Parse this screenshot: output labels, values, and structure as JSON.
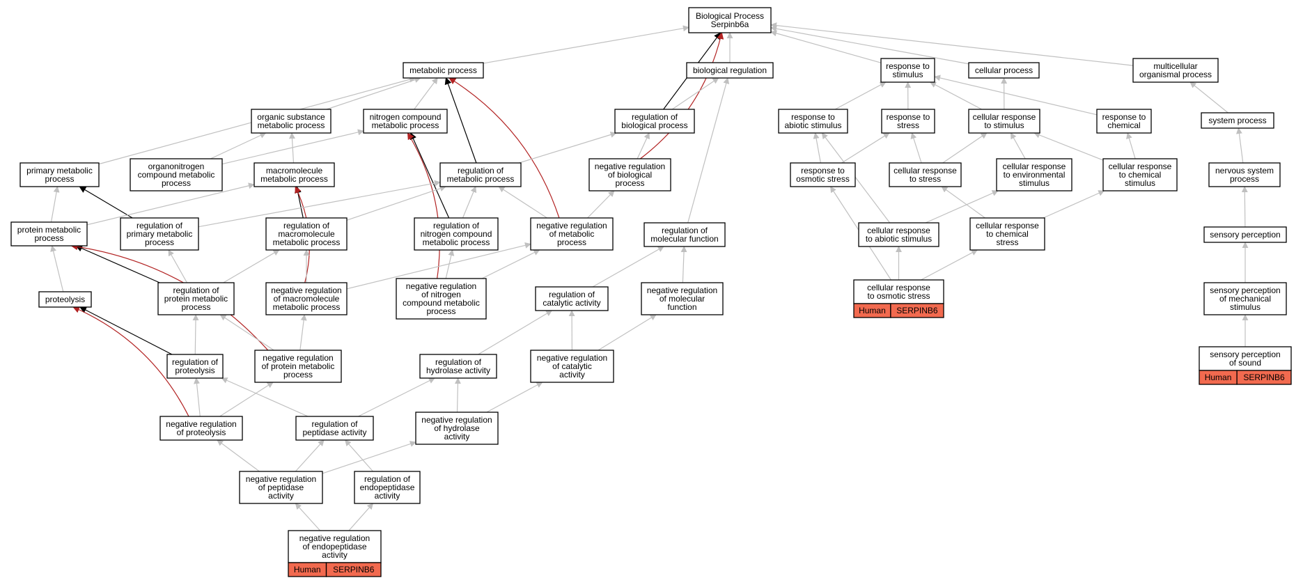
{
  "colors": {
    "edge_default": "#c0c0c0",
    "edge_black": "#000000",
    "edge_red": "#b22222",
    "species_tag_fill": "#f26a4f"
  },
  "nodes": [
    {
      "id": "bp",
      "lines": [
        "Biological Process",
        "Serpinb6a"
      ]
    },
    {
      "id": "metabolic",
      "lines": [
        "metabolic process"
      ]
    },
    {
      "id": "bioreg",
      "lines": [
        "biological regulation"
      ]
    },
    {
      "id": "resp_stim",
      "lines": [
        "response to",
        "stimulus"
      ]
    },
    {
      "id": "cellular",
      "lines": [
        "cellular process"
      ]
    },
    {
      "id": "multicell",
      "lines": [
        "multicellular",
        "organismal process"
      ]
    },
    {
      "id": "org_sub",
      "lines": [
        "organic substance",
        "metabolic process"
      ]
    },
    {
      "id": "nitro",
      "lines": [
        "nitrogen compound",
        "metabolic process"
      ]
    },
    {
      "id": "reg_bio",
      "lines": [
        "regulation of",
        "biological process"
      ]
    },
    {
      "id": "resp_abiotic",
      "lines": [
        "response to",
        "abiotic stimulus"
      ]
    },
    {
      "id": "resp_stress",
      "lines": [
        "response to",
        "stress"
      ]
    },
    {
      "id": "cell_resp_stim",
      "lines": [
        "cellular response",
        "to stimulus"
      ]
    },
    {
      "id": "resp_chem",
      "lines": [
        "response to",
        "chemical"
      ]
    },
    {
      "id": "system",
      "lines": [
        "system process"
      ]
    },
    {
      "id": "primary",
      "lines": [
        "primary metabolic",
        "process"
      ]
    },
    {
      "id": "organonitro",
      "lines": [
        "organonitrogen",
        "compound metabolic",
        "process"
      ]
    },
    {
      "id": "macromol",
      "lines": [
        "macromolecule",
        "metabolic process"
      ]
    },
    {
      "id": "reg_metab",
      "lines": [
        "regulation of",
        "metabolic process"
      ]
    },
    {
      "id": "neg_reg_bio",
      "lines": [
        "negative regulation",
        "of biological",
        "process"
      ]
    },
    {
      "id": "resp_osm",
      "lines": [
        "response to",
        "osmotic stress"
      ]
    },
    {
      "id": "cell_resp_stress",
      "lines": [
        "cellular response",
        "to stress"
      ]
    },
    {
      "id": "cell_resp_env",
      "lines": [
        "cellular response",
        "to environmental",
        "stimulus"
      ]
    },
    {
      "id": "cell_resp_chem",
      "lines": [
        "cellular response",
        "to chemical",
        "stimulus"
      ]
    },
    {
      "id": "nervous",
      "lines": [
        "nervous system",
        "process"
      ]
    },
    {
      "id": "protein_metab",
      "lines": [
        "protein metabolic",
        "process"
      ]
    },
    {
      "id": "reg_primary",
      "lines": [
        "regulation of",
        "primary metabolic",
        "process"
      ]
    },
    {
      "id": "reg_macro",
      "lines": [
        "regulation of",
        "macromolecule",
        "metabolic process"
      ]
    },
    {
      "id": "reg_nitro",
      "lines": [
        "regulation of",
        "nitrogen compound",
        "metabolic process"
      ]
    },
    {
      "id": "neg_reg_metab",
      "lines": [
        "negative regulation",
        "of metabolic",
        "process"
      ]
    },
    {
      "id": "reg_mol",
      "lines": [
        "regulation of",
        "molecular function"
      ]
    },
    {
      "id": "cell_resp_abiotic",
      "lines": [
        "cellular response",
        "to abiotic stimulus"
      ]
    },
    {
      "id": "cell_resp_chem_stress",
      "lines": [
        "cellular response",
        "to chemical",
        "stress"
      ]
    },
    {
      "id": "sensory",
      "lines": [
        "sensory perception"
      ]
    },
    {
      "id": "proteolysis",
      "lines": [
        "proteolysis"
      ]
    },
    {
      "id": "reg_protein",
      "lines": [
        "regulation of",
        "protein metabolic",
        "process"
      ]
    },
    {
      "id": "neg_reg_macro",
      "lines": [
        "negative regulation",
        "of macromolecule",
        "metabolic process"
      ]
    },
    {
      "id": "neg_reg_nitro",
      "lines": [
        "negative regulation",
        "of nitrogen",
        "compound metabolic",
        "process"
      ]
    },
    {
      "id": "reg_cat",
      "lines": [
        "regulation of",
        "catalytic activity"
      ]
    },
    {
      "id": "neg_reg_mol",
      "lines": [
        "negative regulation",
        "of molecular",
        "function"
      ]
    },
    {
      "id": "cell_resp_osm",
      "lines": [
        "cellular response",
        "to osmotic stress"
      ],
      "tags": [
        "Human",
        "SERPINB6"
      ]
    },
    {
      "id": "sens_mech",
      "lines": [
        "sensory perception",
        "of mechanical",
        "stimulus"
      ]
    },
    {
      "id": "reg_proteolysis",
      "lines": [
        "regulation of",
        "proteolysis"
      ]
    },
    {
      "id": "neg_reg_protein",
      "lines": [
        "negative regulation",
        "of protein metabolic",
        "process"
      ]
    },
    {
      "id": "reg_hydro",
      "lines": [
        "regulation of",
        "hydrolase activity"
      ]
    },
    {
      "id": "neg_reg_cat",
      "lines": [
        "negative regulation",
        "of catalytic",
        "activity"
      ]
    },
    {
      "id": "sens_sound",
      "lines": [
        "sensory perception",
        "of sound"
      ],
      "tags": [
        "Human",
        "SERPINB6"
      ]
    },
    {
      "id": "neg_reg_proteolysis",
      "lines": [
        "negative regulation",
        "of proteolysis"
      ]
    },
    {
      "id": "reg_pept",
      "lines": [
        "regulation of",
        "peptidase activity"
      ]
    },
    {
      "id": "neg_reg_hydro",
      "lines": [
        "negative regulation",
        "of hydrolase",
        "activity"
      ]
    },
    {
      "id": "neg_reg_pept",
      "lines": [
        "negative regulation",
        "of peptidase",
        "activity"
      ]
    },
    {
      "id": "reg_endo",
      "lines": [
        "regulation of",
        "endopeptidase",
        "activity"
      ]
    },
    {
      "id": "neg_reg_endo",
      "lines": [
        "negative regulation",
        "of endopeptidase",
        "activity"
      ],
      "tags": [
        "Human",
        "SERPINB6"
      ]
    }
  ],
  "edges": [
    {
      "from": "metabolic",
      "to": "bp",
      "kind": "default"
    },
    {
      "from": "bioreg",
      "to": "bp",
      "kind": "default"
    },
    {
      "from": "resp_stim",
      "to": "bp",
      "kind": "default"
    },
    {
      "from": "cellular",
      "to": "bp",
      "kind": "default"
    },
    {
      "from": "multicell",
      "to": "bp",
      "kind": "default"
    },
    {
      "from": "reg_bio",
      "to": "bp",
      "kind": "black"
    },
    {
      "from": "neg_reg_bio",
      "to": "bp",
      "kind": "red"
    },
    {
      "from": "org_sub",
      "to": "metabolic",
      "kind": "default"
    },
    {
      "from": "nitro",
      "to": "metabolic",
      "kind": "default"
    },
    {
      "from": "primary",
      "to": "metabolic",
      "kind": "default"
    },
    {
      "from": "reg_metab",
      "to": "metabolic",
      "kind": "black"
    },
    {
      "from": "neg_reg_metab",
      "to": "metabolic",
      "kind": "red"
    },
    {
      "from": "reg_bio",
      "to": "bioreg",
      "kind": "default"
    },
    {
      "from": "reg_mol",
      "to": "bioreg",
      "kind": "default"
    },
    {
      "from": "resp_abiotic",
      "to": "resp_stim",
      "kind": "default"
    },
    {
      "from": "resp_stress",
      "to": "resp_stim",
      "kind": "default"
    },
    {
      "from": "cell_resp_stim",
      "to": "resp_stim",
      "kind": "default"
    },
    {
      "from": "resp_chem",
      "to": "resp_stim",
      "kind": "default"
    },
    {
      "from": "cell_resp_stim",
      "to": "cellular",
      "kind": "default"
    },
    {
      "from": "system",
      "to": "multicell",
      "kind": "default"
    },
    {
      "from": "organonitro",
      "to": "org_sub",
      "kind": "default"
    },
    {
      "from": "macromol",
      "to": "org_sub",
      "kind": "default"
    },
    {
      "from": "organonitro",
      "to": "nitro",
      "kind": "default"
    },
    {
      "from": "reg_nitro",
      "to": "nitro",
      "kind": "black"
    },
    {
      "from": "neg_reg_nitro",
      "to": "nitro",
      "kind": "red"
    },
    {
      "from": "reg_metab",
      "to": "reg_bio",
      "kind": "default"
    },
    {
      "from": "neg_reg_bio",
      "to": "reg_bio",
      "kind": "default"
    },
    {
      "from": "resp_osm",
      "to": "resp_abiotic",
      "kind": "default"
    },
    {
      "from": "cell_resp_abiotic",
      "to": "resp_abiotic",
      "kind": "default"
    },
    {
      "from": "resp_osm",
      "to": "resp_stress",
      "kind": "default"
    },
    {
      "from": "cell_resp_stress",
      "to": "resp_stress",
      "kind": "default"
    },
    {
      "from": "cell_resp_stress",
      "to": "cell_resp_stim",
      "kind": "default"
    },
    {
      "from": "cell_resp_env",
      "to": "cell_resp_stim",
      "kind": "default"
    },
    {
      "from": "cell_resp_chem",
      "to": "cell_resp_stim",
      "kind": "default"
    },
    {
      "from": "cell_resp_chem",
      "to": "resp_chem",
      "kind": "default"
    },
    {
      "from": "nervous",
      "to": "system",
      "kind": "default"
    },
    {
      "from": "protein_metab",
      "to": "primary",
      "kind": "default"
    },
    {
      "from": "reg_primary",
      "to": "primary",
      "kind": "black"
    },
    {
      "from": "protein_metab",
      "to": "macromol",
      "kind": "default"
    },
    {
      "from": "reg_macro",
      "to": "macromol",
      "kind": "black"
    },
    {
      "from": "neg_reg_macro",
      "to": "macromol",
      "kind": "red"
    },
    {
      "from": "reg_primary",
      "to": "reg_metab",
      "kind": "default"
    },
    {
      "from": "reg_macro",
      "to": "reg_metab",
      "kind": "default"
    },
    {
      "from": "reg_nitro",
      "to": "reg_metab",
      "kind": "default"
    },
    {
      "from": "neg_reg_metab",
      "to": "reg_metab",
      "kind": "default"
    },
    {
      "from": "neg_reg_metab",
      "to": "neg_reg_bio",
      "kind": "default"
    },
    {
      "from": "cell_resp_chem_stress",
      "to": "cell_resp_stress",
      "kind": "default"
    },
    {
      "from": "cell_resp_abiotic",
      "to": "cell_resp_env",
      "kind": "default"
    },
    {
      "from": "cell_resp_chem_stress",
      "to": "cell_resp_chem",
      "kind": "default"
    },
    {
      "from": "sensory",
      "to": "nervous",
      "kind": "default"
    },
    {
      "from": "proteolysis",
      "to": "protein_metab",
      "kind": "default"
    },
    {
      "from": "reg_protein",
      "to": "protein_metab",
      "kind": "black"
    },
    {
      "from": "neg_reg_protein",
      "to": "protein_metab",
      "kind": "red"
    },
    {
      "from": "reg_protein",
      "to": "reg_primary",
      "kind": "default"
    },
    {
      "from": "reg_protein",
      "to": "reg_macro",
      "kind": "default"
    },
    {
      "from": "neg_reg_macro",
      "to": "reg_macro",
      "kind": "default"
    },
    {
      "from": "neg_reg_nitro",
      "to": "reg_nitro",
      "kind": "default"
    },
    {
      "from": "neg_reg_macro",
      "to": "neg_reg_metab",
      "kind": "default"
    },
    {
      "from": "neg_reg_nitro",
      "to": "neg_reg_metab",
      "kind": "default"
    },
    {
      "from": "reg_cat",
      "to": "reg_mol",
      "kind": "default"
    },
    {
      "from": "neg_reg_mol",
      "to": "reg_mol",
      "kind": "default"
    },
    {
      "from": "cell_resp_osm",
      "to": "cell_resp_abiotic",
      "kind": "default"
    },
    {
      "from": "cell_resp_osm",
      "to": "resp_osm",
      "kind": "default"
    },
    {
      "from": "cell_resp_osm",
      "to": "cell_resp_chem_stress",
      "kind": "default"
    },
    {
      "from": "sens_mech",
      "to": "sensory",
      "kind": "default"
    },
    {
      "from": "reg_proteolysis",
      "to": "proteolysis",
      "kind": "black"
    },
    {
      "from": "neg_reg_proteolysis",
      "to": "proteolysis",
      "kind": "red"
    },
    {
      "from": "reg_proteolysis",
      "to": "reg_protein",
      "kind": "default"
    },
    {
      "from": "neg_reg_protein",
      "to": "reg_protein",
      "kind": "default"
    },
    {
      "from": "neg_reg_protein",
      "to": "neg_reg_macro",
      "kind": "default"
    },
    {
      "from": "reg_hydro",
      "to": "reg_cat",
      "kind": "default"
    },
    {
      "from": "neg_reg_cat",
      "to": "reg_cat",
      "kind": "default"
    },
    {
      "from": "neg_reg_cat",
      "to": "neg_reg_mol",
      "kind": "default"
    },
    {
      "from": "sens_sound",
      "to": "sens_mech",
      "kind": "default"
    },
    {
      "from": "reg_pept",
      "to": "reg_proteolysis",
      "kind": "default"
    },
    {
      "from": "neg_reg_proteolysis",
      "to": "reg_proteolysis",
      "kind": "default"
    },
    {
      "from": "neg_reg_proteolysis",
      "to": "neg_reg_protein",
      "kind": "default"
    },
    {
      "from": "reg_pept",
      "to": "reg_hydro",
      "kind": "default"
    },
    {
      "from": "neg_reg_hydro",
      "to": "reg_hydro",
      "kind": "default"
    },
    {
      "from": "neg_reg_hydro",
      "to": "neg_reg_cat",
      "kind": "default"
    },
    {
      "from": "neg_reg_pept",
      "to": "neg_reg_proteolysis",
      "kind": "default"
    },
    {
      "from": "neg_reg_pept",
      "to": "reg_pept",
      "kind": "default"
    },
    {
      "from": "reg_endo",
      "to": "reg_pept",
      "kind": "default"
    },
    {
      "from": "neg_reg_pept",
      "to": "neg_reg_hydro",
      "kind": "default"
    },
    {
      "from": "neg_reg_endo",
      "to": "neg_reg_pept",
      "kind": "default"
    },
    {
      "from": "neg_reg_endo",
      "to": "reg_endo",
      "kind": "default"
    }
  ]
}
